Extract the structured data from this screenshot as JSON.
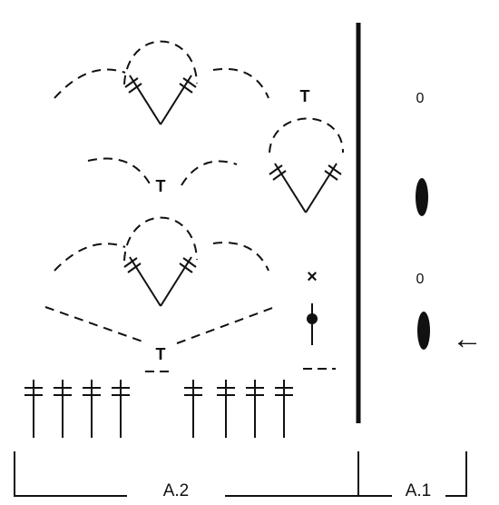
{
  "chart_labels": {
    "a2": "A.2",
    "a1": "A.1"
  },
  "symbols": {
    "zero": "0",
    "tee": "T",
    "cross": "×",
    "arrow": "←"
  },
  "colors": {
    "ink": "#111111",
    "background": "#ffffff"
  }
}
